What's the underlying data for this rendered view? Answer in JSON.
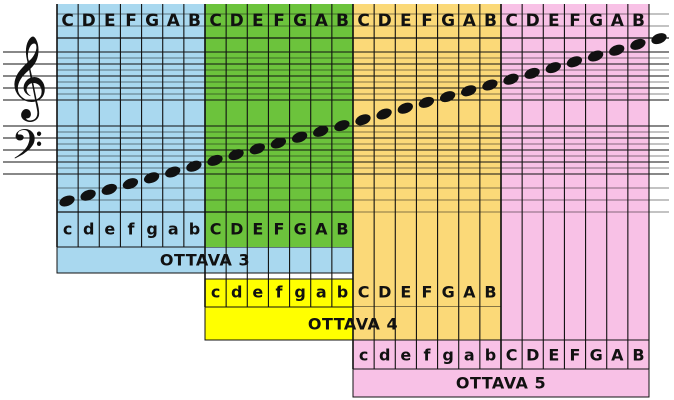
{
  "clefs": {
    "treble": "𝄞",
    "bass": "𝄢"
  },
  "octaves": [
    {
      "title": "OTTAVA 3",
      "color": "#a9d8ef",
      "top_labels": [
        "C",
        "D",
        "E",
        "F",
        "G",
        "A",
        "B"
      ],
      "lower_labels": [
        "c",
        "d",
        "e",
        "f",
        "g",
        "a",
        "b"
      ]
    },
    {
      "title": "",
      "color": "#6cc33c",
      "top_labels": [
        "C",
        "D",
        "E",
        "F",
        "G",
        "A",
        "B"
      ],
      "lower_labels": [
        "C",
        "D",
        "E",
        "F",
        "G",
        "A",
        "B"
      ]
    },
    {
      "title": "OTTAVA 4",
      "color": "#fbd978",
      "header_color": "#ffff00",
      "top_labels": [
        "C",
        "D",
        "E",
        "F",
        "G",
        "A",
        "B"
      ],
      "lower_labels": [
        "c",
        "d",
        "e",
        "f",
        "g",
        "a",
        "b"
      ],
      "lower_labels_right": [
        "C",
        "D",
        "E",
        "F",
        "G",
        "A",
        "B"
      ]
    },
    {
      "title": "OTTAVA 5",
      "color": "#f8c1e6",
      "top_labels": [
        "C",
        "D",
        "E",
        "F",
        "G",
        "A",
        "B"
      ],
      "lower_labels": [
        "c",
        "d",
        "e",
        "f",
        "g",
        "a",
        "b"
      ],
      "lower_labels_right": [
        "C",
        "D",
        "E",
        "F",
        "G",
        "A",
        "B"
      ]
    }
  ],
  "note_count": 29
}
